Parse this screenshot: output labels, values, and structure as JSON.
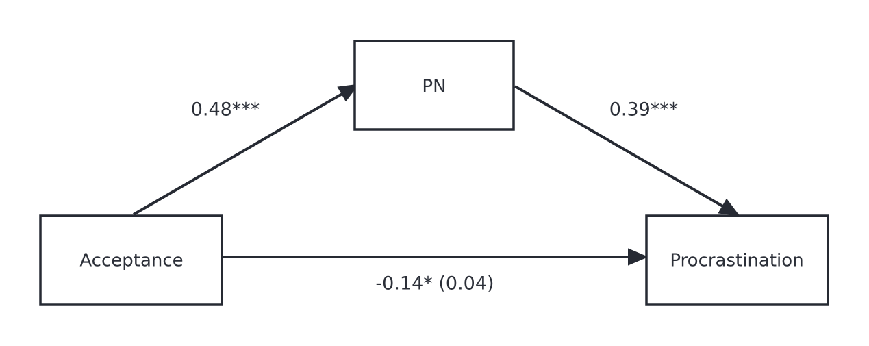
{
  "diagram": {
    "nodes": {
      "mediator": {
        "label": "PN"
      },
      "predictor": {
        "label": "Acceptance"
      },
      "outcome": {
        "label": "Procrastination"
      }
    },
    "edges": {
      "a_path": {
        "label": "0.48***"
      },
      "b_path": {
        "label": "0.39***"
      },
      "c_path": {
        "label": "-0.14* (0.04)"
      }
    },
    "colors": {
      "stroke": "#262a33",
      "text": "#2b2f38",
      "background": "#ffffff"
    }
  }
}
